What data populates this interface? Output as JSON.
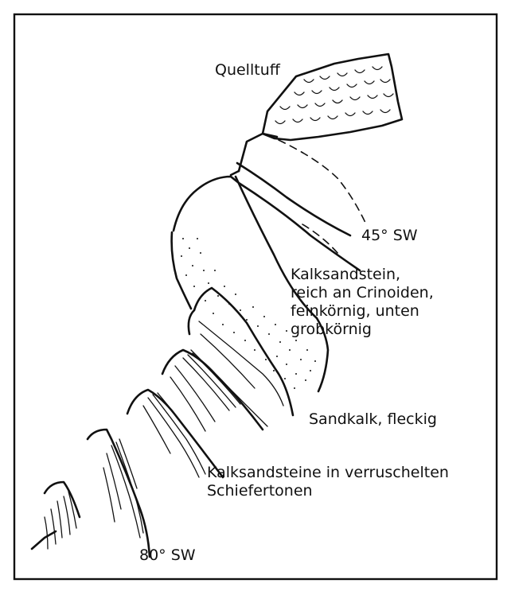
{
  "labels": {
    "quelltuff": "Quelltuff",
    "dip_upper": "45° SW",
    "kalksandstein": [
      "Kalksandstein,",
      "reich an Crinoiden,",
      "feinkörnig, unten",
      "grobkörnig"
    ],
    "sandkalk": "Sandkalk, fleckig",
    "kalksandsteine": [
      "Kalksandsteine in verruschelten",
      "Schiefertonen"
    ],
    "dip_lower": "80° SW"
  },
  "colors": {
    "ink": "#111111",
    "paper": "#ffffff"
  }
}
